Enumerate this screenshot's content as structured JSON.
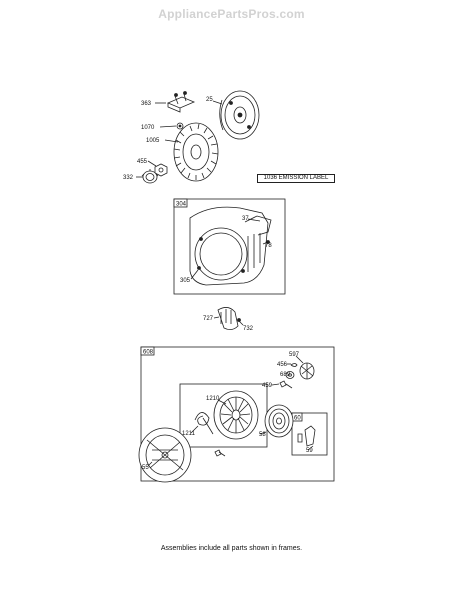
{
  "watermark": "AppliancePartsPros.com",
  "emission_label": "1036 EMISSION LABEL",
  "parts": {
    "p363": "363",
    "p25": "25",
    "p1070": "1070",
    "p1005": "1005",
    "p455": "455",
    "p332": "332",
    "p37": "37",
    "p78": "78",
    "p305": "305",
    "p727": "727",
    "p732": "732",
    "p597": "597",
    "p456": "456",
    "p689": "689",
    "p459": "459",
    "p1210": "1210",
    "p1211": "1211",
    "p58": "58",
    "p59": "59",
    "p55": "55"
  },
  "frames": {
    "blower_housing": "304",
    "starter_assembly": "608",
    "starter_sub": "60"
  },
  "footnote": "Assemblies include all parts shown in frames."
}
